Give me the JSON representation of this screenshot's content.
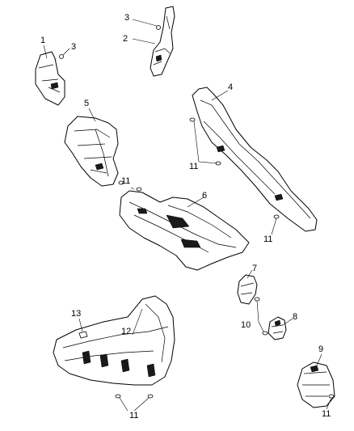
{
  "callouts": {
    "c1": "1",
    "c2": "2",
    "c3a": "3",
    "c3b": "3",
    "c4": "4",
    "c5": "5",
    "c6": "6",
    "c7": "7",
    "c8": "8",
    "c9": "9",
    "c10": "10",
    "c11a": "11",
    "c11b": "11",
    "c11c": "11",
    "c11d": "11",
    "c11e": "11",
    "c12": "12",
    "c13": "13"
  },
  "colors": {
    "line": "#000000",
    "background": "#ffffff"
  }
}
